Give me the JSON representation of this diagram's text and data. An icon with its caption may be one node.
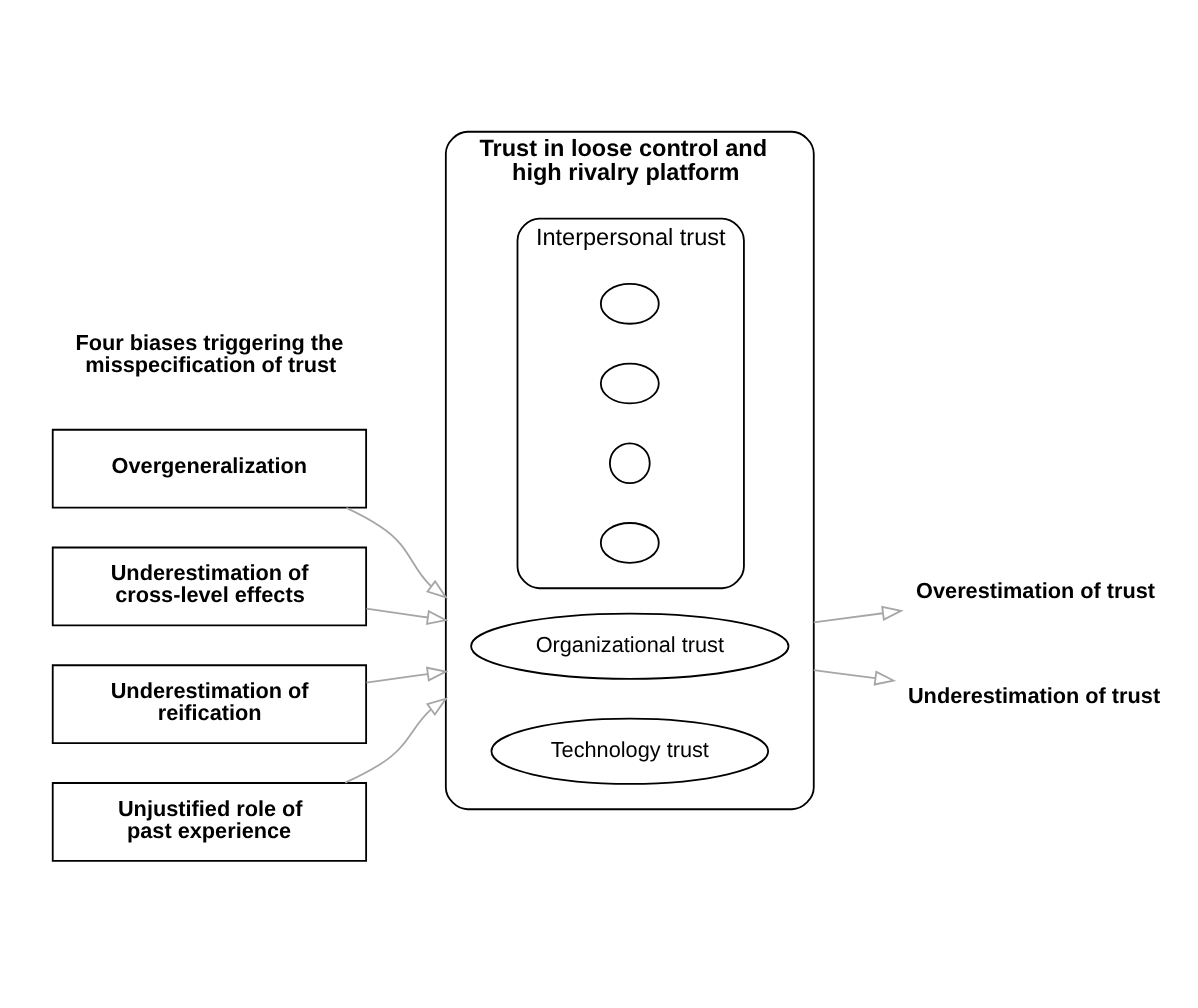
{
  "diagram": {
    "nodes": [
      {
        "text": [
          "Overgeneralization"
        ]
      },
      {
        "text": [
          "Underestimation of cross-level effects"
        ]
      },
      {
        "text": [
          "Underestimation of reification"
        ]
      },
      {
        "text": [
          "Unjustified role of past experience"
        ]
      },
      {
        "text": [
          "Overestimation of trust"
        ]
      },
      {
        "text": [
          "Trust in loose control and high rivalry platform"
        ]
      },
      {
        "text": [
          "Interpersonal trust"
        ],
        "in": 5
      },
      {
        "text": [],
        "shape": "ellipse",
        "in": 6
      },
      {
        "text": [],
        "shape": "ellipse",
        "in": 6
      },
      {
        "text": [],
        "shape": "circle",
        "in": 6
      },
      {
        "text": [],
        "shape": "ellipse",
        "in": 6
      },
      {
        "text": [
          "Organizational trust"
        ],
        "in": 5
      },
      {
        "text": [
          "Technology trust"
        ],
        "in": 5
      },
      {
        "text": [
          "Underestimation of trust"
        ]
      }
    ],
    "edges": [
      {
        "from": 0,
        "to": 5,
        "arrow": "to"
      },
      {
        "from": 1,
        "to": 5,
        "arrow": "to"
      },
      {
        "from": 2,
        "to": 5,
        "arrow": "to"
      },
      {
        "from": 3,
        "to": 5,
        "arrow": "to"
      },
      {
        "from": 5,
        "to": 4,
        "arrow": "to"
      },
      {
        "from": 5,
        "to": 13,
        "arrow": "to"
      }
    ],
    "labels": [
      "Four biases triggering the misspecification of trust"
    ]
  }
}
